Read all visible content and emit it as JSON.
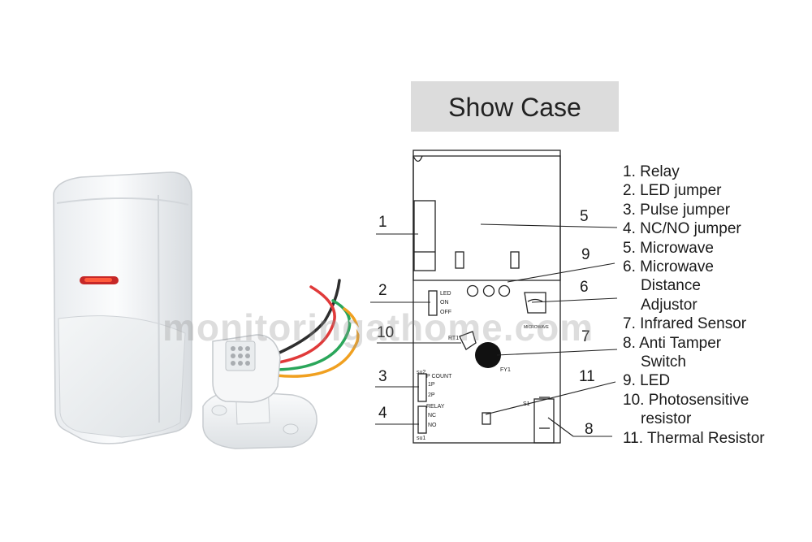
{
  "title": "Show Case",
  "watermark": "monitoringathome.com",
  "legend": [
    {
      "num": "1.",
      "text": "Relay"
    },
    {
      "num": "2.",
      "text": "LED jumper"
    },
    {
      "num": "3.",
      "text": "Pulse jumper"
    },
    {
      "num": "4.",
      "text": "NC/NO jumper"
    },
    {
      "num": "5.",
      "text": "Microwave"
    },
    {
      "num": "6.",
      "text": "Microwave",
      "cont": [
        "Distance",
        "Adjustor"
      ]
    },
    {
      "num": "7.",
      "text": "Infrared Sensor"
    },
    {
      "num": "8.",
      "text": "Anti Tamper",
      "cont": [
        "Switch"
      ]
    },
    {
      "num": "9.",
      "text": "LED"
    },
    {
      "num": "10.",
      "text": "Photosensitive",
      "cont": [
        "resistor"
      ]
    },
    {
      "num": "11.",
      "text": "Thermal Resistor"
    }
  ],
  "callouts": [
    "1",
    "2",
    "3",
    "4",
    "5",
    "6",
    "7",
    "8",
    "9",
    "10",
    "11"
  ],
  "pcb_labels": {
    "led": "LED",
    "on": "ON",
    "off": "OFF",
    "su2": "su2",
    "pcount": "P COUNT",
    "p1": "1P",
    "p2": "2P",
    "relay": "RELAY",
    "nc": "NC",
    "no": "NO",
    "su1": "su1",
    "rt1": "RT1",
    "fy1": "FY1",
    "s1": "S1",
    "microwave": "MICROWAVE"
  }
}
